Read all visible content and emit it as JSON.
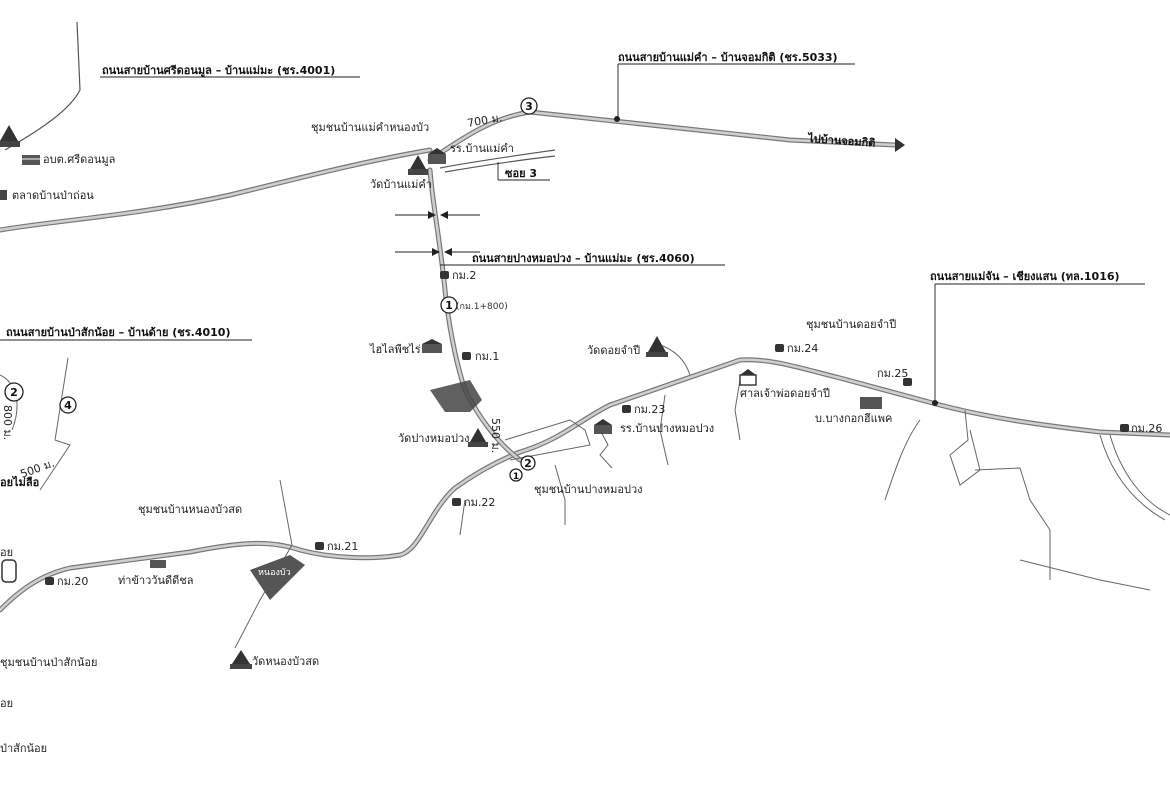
{
  "roads": {
    "r4001": "ถนนสายบ้านศรีดอนมูล – บ้านแม่มะ (ชร.4001)",
    "r5033": "ถนนสายบ้านแม่คำ – บ้านจอมกิติ (ชร.5033)",
    "r4060": "ถนนสายปางหมอปวง – บ้านแม่มะ (ชร.4060)",
    "r1016": "ถนนสายแม่จัน – เชียงแสน (ทล.1016)",
    "r4010": "ถนนสายบ้านป่าสักน้อย – บ้านด้าย (ชร.4010)",
    "to_jomkiti": "ไปบ้านจอมกิติ",
    "soi3": "ซอย 3"
  },
  "places": {
    "maekham_nongbua": "ชุมชนบ้านแม่คำหนองบัว",
    "school_maekham": "รร.บ้านแม่คำ",
    "wat_maekham": "วัดบ้านแม่คำ",
    "obt_sridonmoon": "อบต.ศรีดอนมูล",
    "market_paphuen": "ตลาดบ้านป่าถ่อน",
    "chicken_farm": "ไฮไลพืชไร่",
    "wat_doijampee": "วัดดอยจำปี",
    "doijampee_community": "ชุมชนบ้านดอยจำปี",
    "shrine_doijampee": "ศาลเจ้าพ่อดอยจำปี",
    "bangkok_feed": "บ.บางกอกฮีแพค",
    "wat_pangmorpuang": "วัดปางหมอปวง",
    "school_pangmorpuang": "รร.บ้านปางหมอปวง",
    "pangmorpuang_community": "ชุมชนบ้านปางหมอปวง",
    "nongbuasod_community": "ชุมชนบ้านหนองบัวสด",
    "pier_rice": "ท่าข้าววันดีดีชล",
    "wat_nongbuasod": "วัดหนองบัวสด",
    "nong_pond": "หนองบัว",
    "pasaknoi_community": "ชุมชนบ้านป่าสักน้อย",
    "pasaknoi_left1": "อย",
    "pasaknoi_left2": "ป่าสักน้อย",
    "left_side_label": "อย",
    "left_ban": "อยไม่ลือ"
  },
  "km": {
    "k2": "กม.2",
    "k1_800": "(กม.1+800)",
    "k1": "กม.1",
    "k20": "กม.20",
    "k21": "กม.21",
    "k22": "กม.22",
    "k23": "กม.23",
    "k24": "กม.24",
    "k25": "กม.25",
    "k26": "กม.26"
  },
  "distances": {
    "d700": "700 ม.",
    "d550": "550 ม.",
    "d800": "800 ม.",
    "d500": "500 ม."
  },
  "markers": {
    "m1": "1",
    "m2": "2",
    "m3": "3",
    "m4": "4",
    "m2_left": "2",
    "m1_lower": "1"
  }
}
